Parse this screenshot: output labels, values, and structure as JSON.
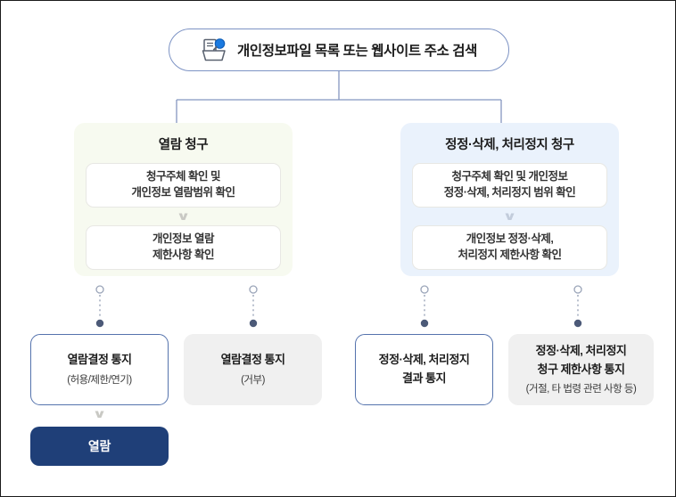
{
  "header": {
    "icon": "document-search-icon",
    "title": "개인정보파일 목록 또는 웹사이트 주소 검색"
  },
  "branches": [
    {
      "id": "access-request",
      "title": "열람 청구",
      "steps": [
        {
          "lines": [
            "청구주체 확인 및",
            "개인정보 열람범위 확인"
          ]
        },
        {
          "lines": [
            "개인정보 열람",
            "제한사항 확인"
          ]
        }
      ],
      "connector_chevron": "∨"
    },
    {
      "id": "correction-request",
      "title": "정정·삭제, 처리정지 청구",
      "steps": [
        {
          "lines": [
            "청구주체 확인 및 개인정보",
            "정정·삭제, 처리정지 범위 확인"
          ]
        },
        {
          "lines": [
            "개인정보 정정·삭제,",
            "처리정지 제한사항 확인"
          ]
        }
      ],
      "connector_chevron": "∨"
    }
  ],
  "outcomes": [
    {
      "id": "access-decision-allow",
      "style": "bordered",
      "main": [
        "열람결정 통지"
      ],
      "sub": "(허용/제한/연기)"
    },
    {
      "id": "access-decision-reject",
      "style": "gray",
      "main": [
        "열람결정 통지"
      ],
      "sub": "(거부)"
    },
    {
      "id": "correction-result-notice",
      "style": "bordered",
      "main": [
        "정정·삭제, 처리정지",
        "결과 통지"
      ],
      "sub": ""
    },
    {
      "id": "correction-restriction-notice",
      "style": "gray",
      "main": [
        "정정·삭제, 처리정지",
        "청구 제한사항 통지"
      ],
      "sub": "(거절, 타 법령 관련 사항 등)"
    }
  ],
  "final": {
    "label": "열람",
    "chevron": "∨"
  },
  "colors": {
    "navy": "#1f3f78",
    "border_blue": "#5573ad",
    "panel_green": "#f7faf0",
    "panel_blue": "#eaf2fc",
    "gray_box": "#f0f0f0",
    "connector": "#8596c0",
    "dot_filled": "#4c5a78"
  }
}
